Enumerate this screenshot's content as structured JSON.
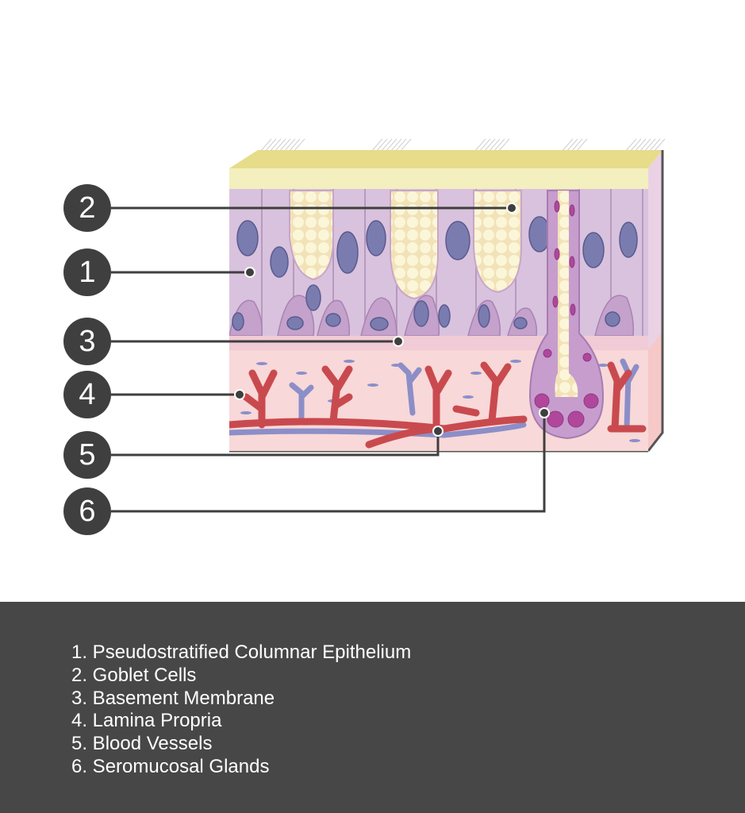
{
  "callouts": [
    {
      "number": "2"
    },
    {
      "number": "1"
    },
    {
      "number": "3"
    },
    {
      "number": "4"
    },
    {
      "number": "5"
    },
    {
      "number": "6"
    }
  ],
  "legend": {
    "items": [
      "1.  Pseudostratified Columnar Epithelium",
      "2. Goblet Cells",
      "3. Basement Membrane",
      "4. Lamina Propria",
      "5. Blood Vessels",
      "6. Seromucosal Glands"
    ]
  },
  "colors": {
    "legend_background": "#474747",
    "callout_fill": "#3f3f3f",
    "mucus": "#e6dc8a",
    "epithelium": "#d8c0dc",
    "lamina_propria": "#f6d4d4",
    "artery": "#c94a4e",
    "vein": "#8c8ec8"
  }
}
